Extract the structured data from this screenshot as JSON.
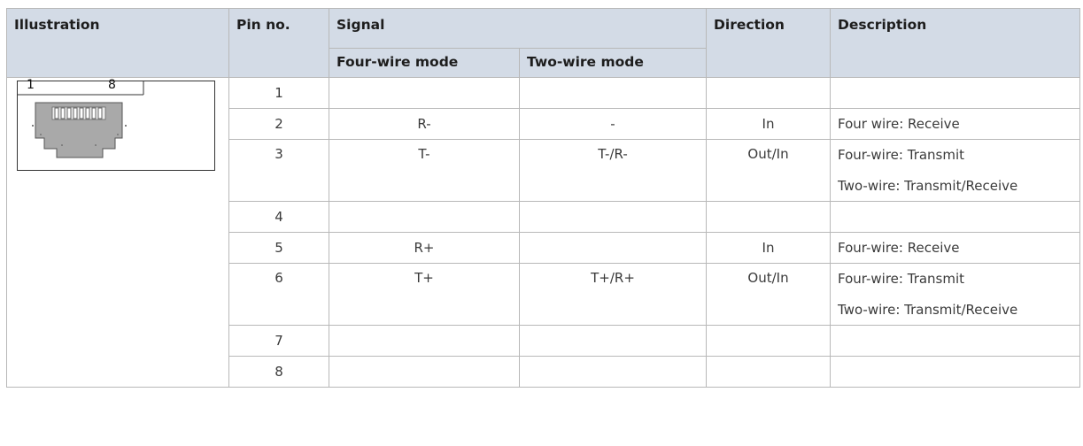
{
  "table": {
    "headers": {
      "illustration": "Illustration",
      "pin_no": "Pin no.",
      "signal": "Signal",
      "direction": "Direction",
      "description": "Description",
      "four_wire_mode": "Four-wire mode",
      "two_wire_mode": "Two-wire mode"
    },
    "connector": {
      "icon": "rj45-jack-icon",
      "pin_first_label": "1",
      "pin_last_label": "8"
    },
    "rows": [
      {
        "pin": "1",
        "four_wire": "",
        "two_wire": "",
        "direction": "",
        "desc1": "",
        "desc2": ""
      },
      {
        "pin": "2",
        "four_wire": "R-",
        "two_wire": "-",
        "direction": "In",
        "desc1": "Four wire: Receive",
        "desc2": ""
      },
      {
        "pin": "3",
        "four_wire": "T-",
        "two_wire": "T-/R-",
        "direction": "Out/In",
        "desc1": "Four-wire: Transmit",
        "desc2": "Two-wire: Transmit/Receive"
      },
      {
        "pin": "4",
        "four_wire": "",
        "two_wire": "",
        "direction": "",
        "desc1": "",
        "desc2": ""
      },
      {
        "pin": "5",
        "four_wire": "R+",
        "two_wire": "",
        "direction": "In",
        "desc1": "Four-wire: Receive",
        "desc2": ""
      },
      {
        "pin": "6",
        "four_wire": "T+",
        "two_wire": "T+/R+",
        "direction": "Out/In",
        "desc1": "Four-wire: Transmit",
        "desc2": "Two-wire: Transmit/Receive"
      },
      {
        "pin": "7",
        "four_wire": "",
        "two_wire": "",
        "direction": "",
        "desc1": "",
        "desc2": ""
      },
      {
        "pin": "8",
        "four_wire": "",
        "two_wire": "",
        "direction": "",
        "desc1": "",
        "desc2": ""
      }
    ]
  }
}
